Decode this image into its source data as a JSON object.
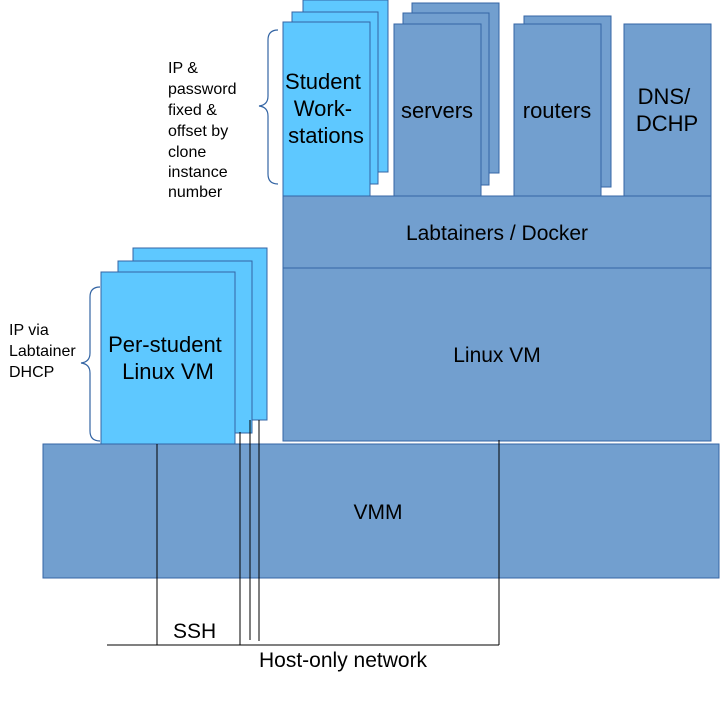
{
  "colors": {
    "dark_box": "#729fcf",
    "light_box": "#5ec8ff",
    "border": "#3465a4",
    "line": "#000000"
  },
  "boxes": {
    "student_workstations": [
      "Student",
      "Work-",
      "stations"
    ],
    "servers": "servers",
    "routers": "routers",
    "dns_dhcp": [
      "DNS/",
      "DCHP"
    ],
    "labtainers_docker": "Labtainers / Docker",
    "linux_vm": "Linux VM",
    "per_student_vm": [
      "Per-student",
      "Linux VM"
    ],
    "vmm": "VMM"
  },
  "annotations": {
    "workstation_ip_note": [
      "IP &",
      "password",
      "fixed &",
      "offset by",
      "clone",
      "instance",
      "number"
    ],
    "per_student_ip_note": [
      "IP via",
      "Labtainer",
      "DHCP"
    ]
  },
  "network": {
    "ssh_label": "SSH",
    "host_only_label": "Host-only network"
  }
}
